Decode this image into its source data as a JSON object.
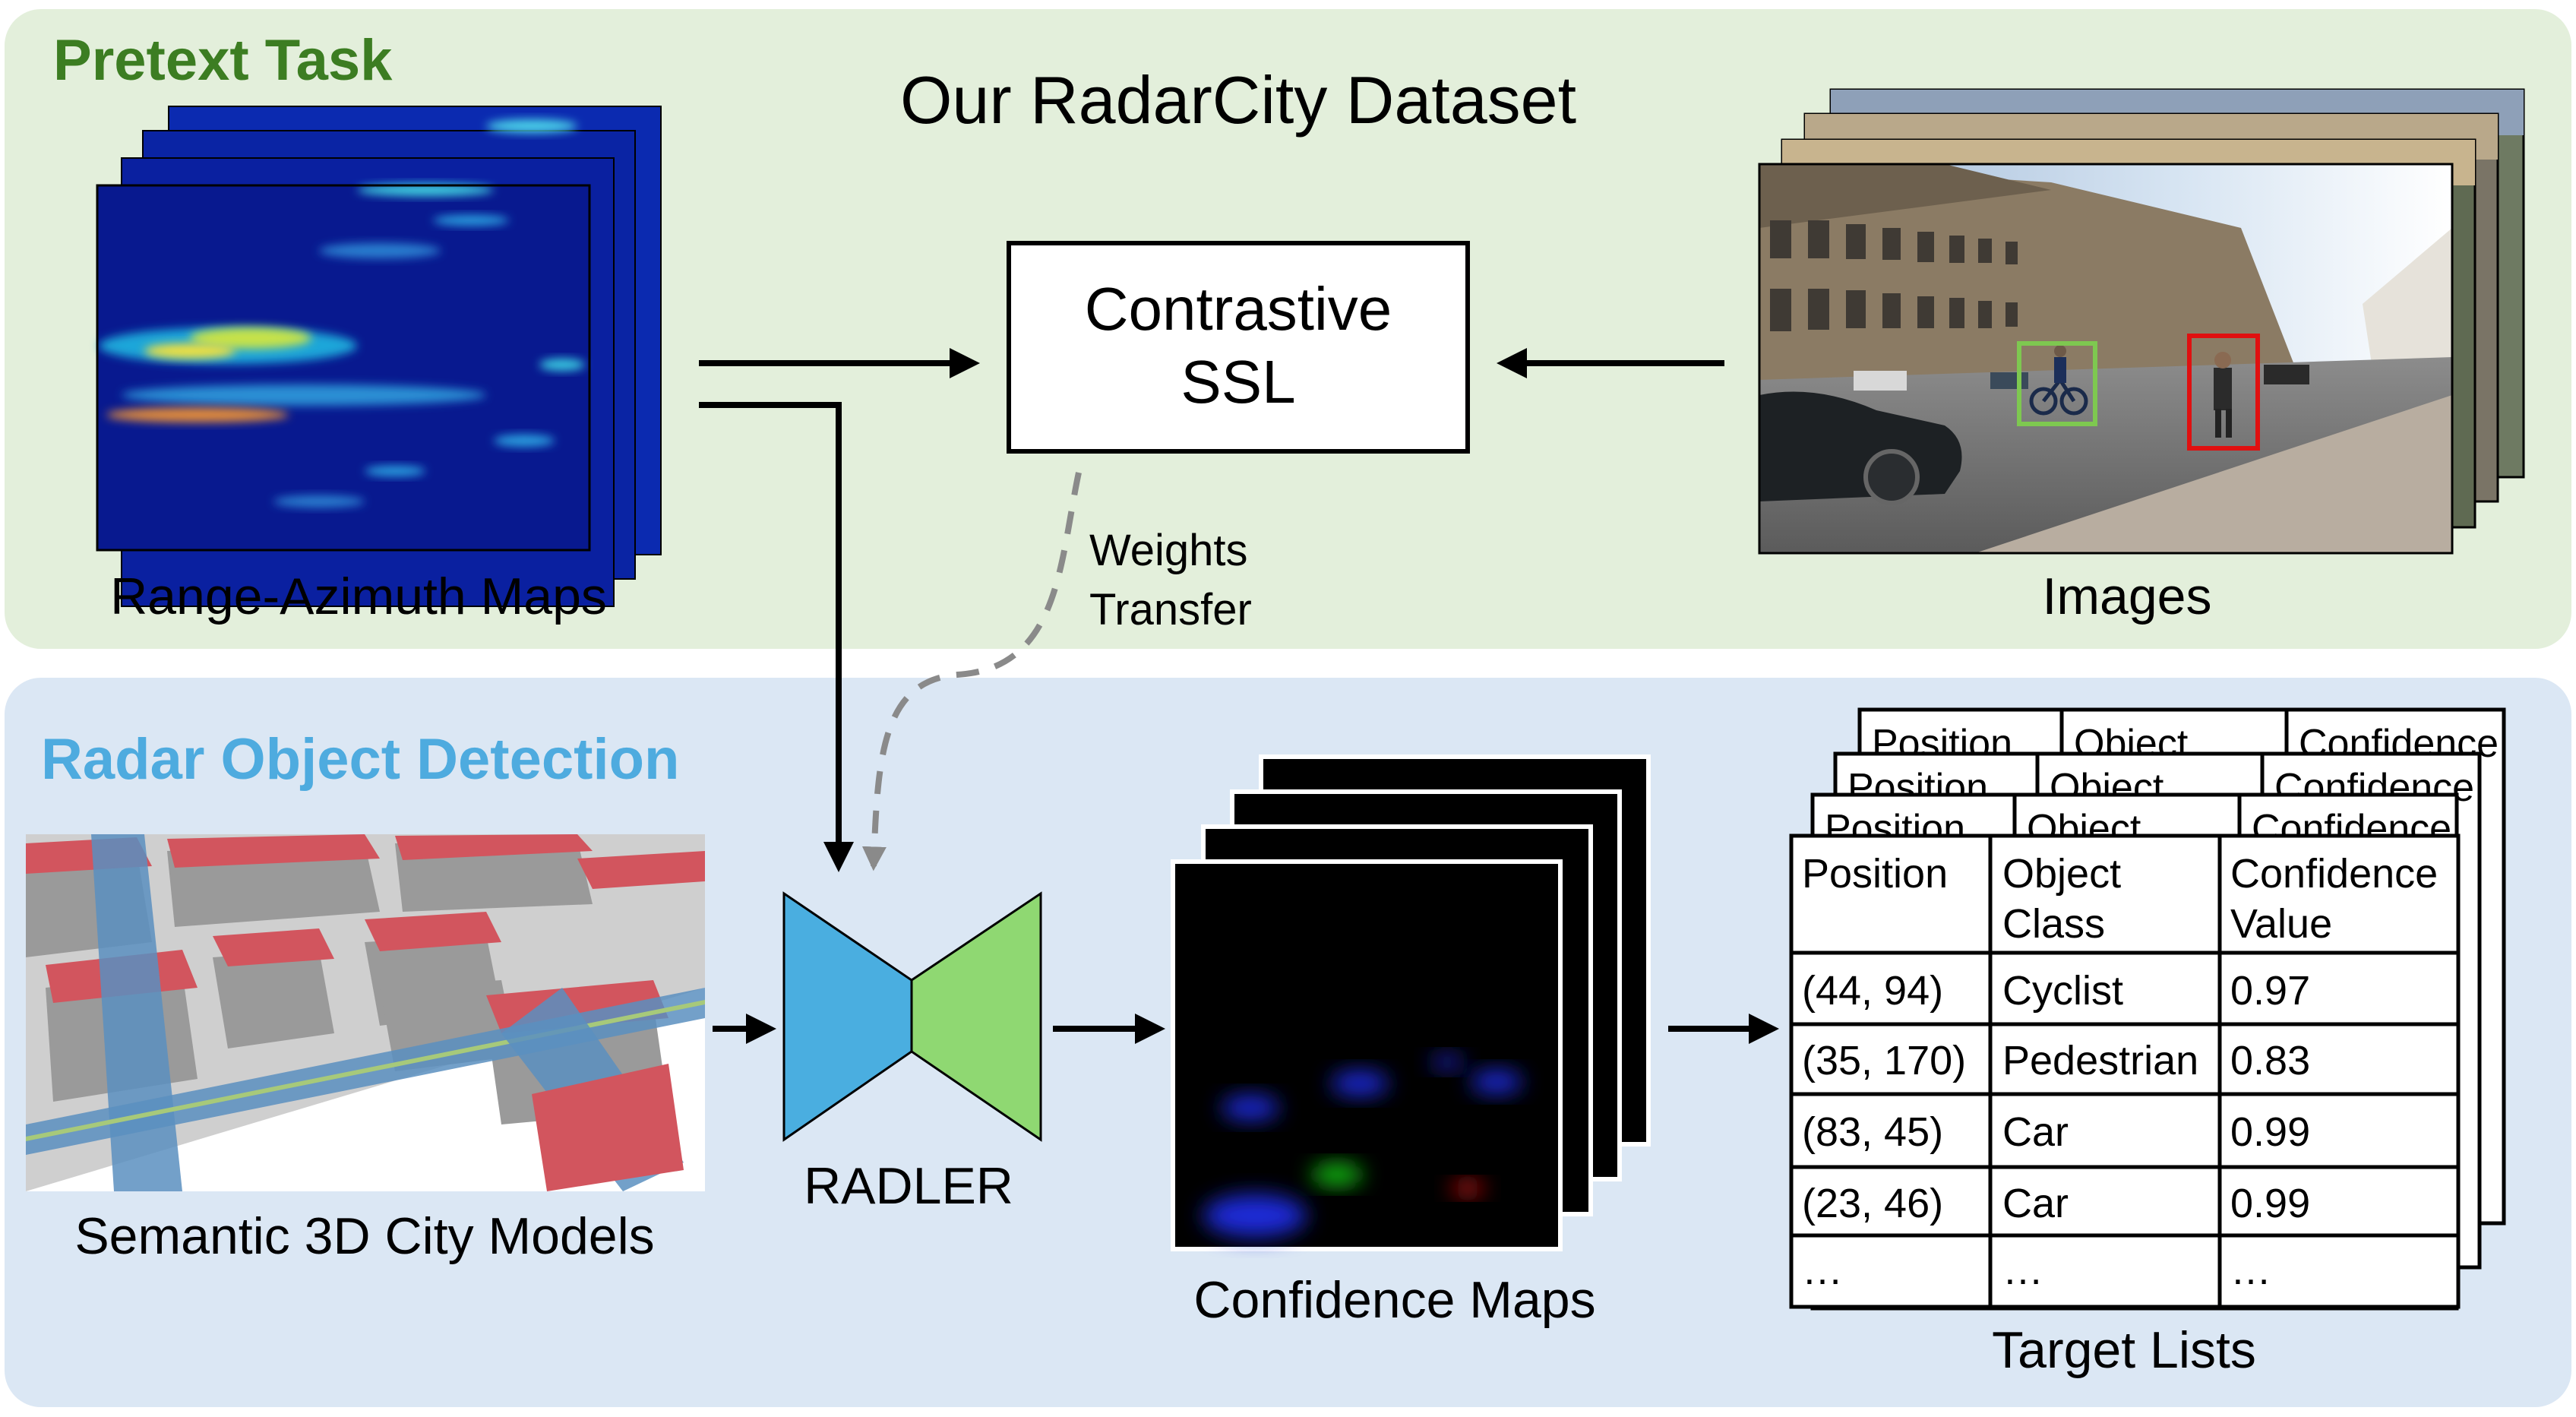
{
  "pretext": {
    "title": "Pretext Task",
    "dataset_title": "Our RadarCity Dataset",
    "ra_label": "Range-Azimuth Maps",
    "ssl_line1": "Contrastive",
    "ssl_line2": "SSL",
    "images_label": "Images",
    "weights_line1": "Weights",
    "weights_line2": "Transfer"
  },
  "detection": {
    "title": "Radar Object Detection",
    "city_label": "Semantic 3D City Models",
    "model_label": "RADLER",
    "conf_label": "Confidence Maps",
    "lists_label": "Target Lists"
  },
  "table": {
    "headers": [
      [
        "Position",
        ""
      ],
      [
        "Object",
        "Class"
      ],
      [
        "Confidence",
        "Value"
      ]
    ],
    "stack_headers": [
      "Position",
      "Object",
      "Confidence"
    ],
    "rows": [
      [
        "(44, 94)",
        "Cyclist",
        "0.97"
      ],
      [
        "(35, 170)",
        "Pedestrian",
        "0.83"
      ],
      [
        "(83, 45)",
        "Car",
        "0.99"
      ],
      [
        "(23, 46)",
        "Car",
        "0.99"
      ],
      [
        "…",
        "…",
        "…"
      ]
    ]
  },
  "colors": {
    "pretext_bg": "#e3efdb",
    "detection_bg": "#dbe7f4",
    "pretext_title": "#3c7d22",
    "detection_title": "#4eabdf",
    "encoder": "#4aaee0",
    "decoder": "#8fd872",
    "cyclist_box": "#7ec850",
    "pedestrian_box": "#e01010"
  }
}
